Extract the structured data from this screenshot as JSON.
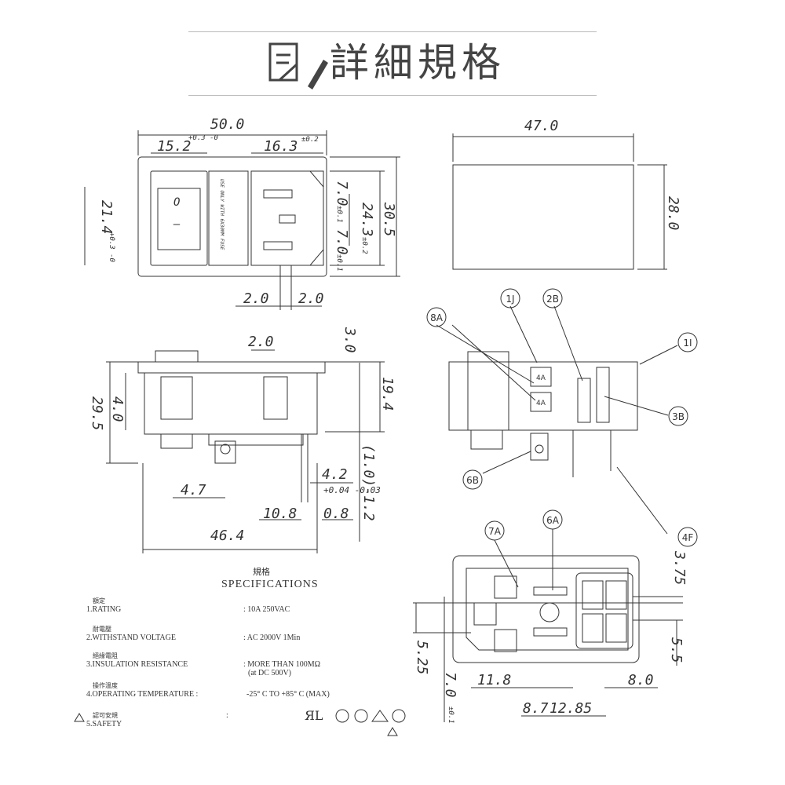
{
  "header": {
    "title": "詳細規格",
    "icon": "document-pencil-icon"
  },
  "top_view": {
    "width": "50.0",
    "switch_w": "15.2",
    "switch_w_tol": "+0.3 -0",
    "inlet_w": "16.3",
    "inlet_w_tol": "±0.2",
    "height_outer": "30.5",
    "height_inner": "24.3",
    "height_inner_tol": "±0.2",
    "switch_h": "21.4",
    "switch_h_tol": "+0.3 -0",
    "pin_pitch_a": "7.0",
    "pin_pitch_a_tol": "±0.1",
    "pin_pitch_b": "7.0",
    "pin_pitch_b_tol": "±0.1",
    "bottom_a": "2.0",
    "bottom_b": "2.0",
    "switch_symbol_on": "O",
    "switch_symbol_off": "—",
    "fuse_text": "USE ONLY WITH 6X30MM FUSE"
  },
  "side_view": {
    "width": "47.0",
    "height": "28.0"
  },
  "front_view": {
    "top_dim": "2.0",
    "right_top": "3.0",
    "right_mid": "19.4",
    "total_h": "29.5",
    "inner_h": "4.0",
    "d47": "4.7",
    "d42": "4.2",
    "tol": "+0.04 -0.03",
    "d108": "10.8",
    "d08": "0.8",
    "d10": "(1.0)-1.2",
    "d464": "46.4"
  },
  "section_view": {
    "labels": [
      "1J",
      "2B",
      "8A",
      "1I",
      "3B",
      "6B",
      "4F"
    ],
    "fuse_marks": [
      "4A",
      "4A"
    ]
  },
  "bottom_view": {
    "labels": [
      "7A",
      "6A"
    ],
    "d375": "3.75",
    "d525": "5.25",
    "d55": "5.5",
    "d118": "11.8",
    "d80": "8.0",
    "d70": "7.0",
    "d70_tol": "±0.1",
    "d87": "8.7",
    "d1285": "12.85"
  },
  "specs": {
    "cn_title": "規格",
    "heading": "SPECIFICATIONS",
    "rows": [
      {
        "cn": "額定",
        "label": "1.RATING",
        "value": ": 10A 250VAC"
      },
      {
        "cn": "耐電壓",
        "label": "2.WITHSTAND VOLTAGE",
        "value": ": AC 2000V 1Min"
      },
      {
        "cn": "絕緣電阻",
        "label": "3.INSULATION RESISTANCE",
        "value": ": MORE THAN 100MΩ",
        "value2": "(at DC 500V)"
      },
      {
        "cn": "操作溫度",
        "label": "4.OPERATING TEMPERATURE :",
        "value": "-25° C TO +85° C (MAX)"
      },
      {
        "cn": "認可安規",
        "label": "5.SAFETY",
        "value": ":"
      }
    ]
  }
}
